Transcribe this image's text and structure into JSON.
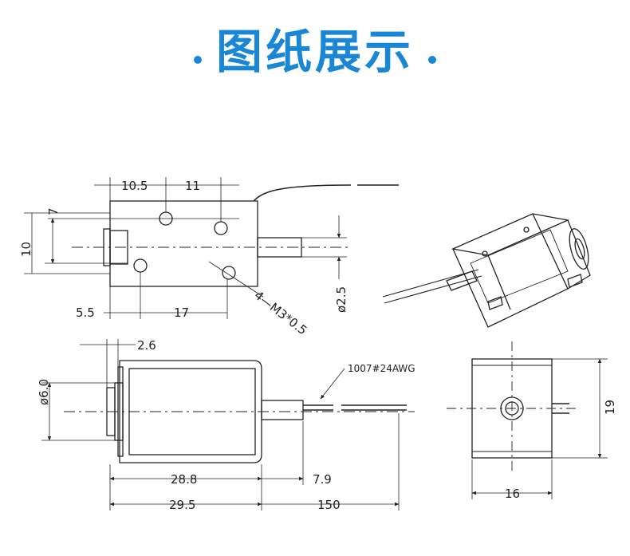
{
  "title": "图纸展示",
  "accent_color": "#1a86d6",
  "line_color": "#222222",
  "top_view": {
    "dims": {
      "a": "10.5",
      "b": "11",
      "c": "7",
      "d": "10",
      "e": "5.5",
      "f": "17",
      "hole": "4—M3*0.5",
      "shaft": "ø2.5"
    }
  },
  "side_view": {
    "dims": {
      "plunger": "ø6.0",
      "flange": "2.6",
      "wire": "1007#24AWG",
      "body": "28.8",
      "ext": "7.9",
      "overall": "29.5",
      "lead": "150"
    }
  },
  "end_view": {
    "dims": {
      "height": "19",
      "width": "16"
    }
  }
}
